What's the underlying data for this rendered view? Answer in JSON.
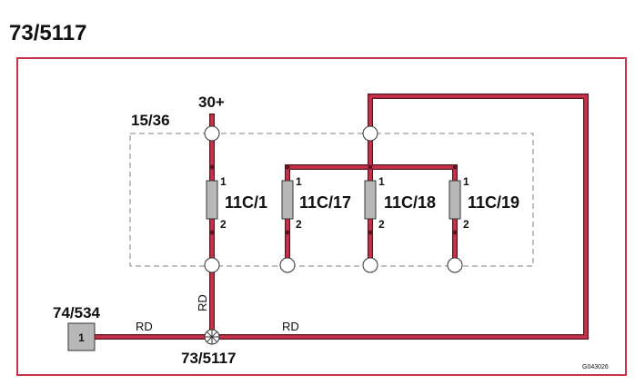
{
  "page": {
    "title": "73/5117",
    "image_code": "G043026"
  },
  "colors": {
    "wire": "#c8324a",
    "wire_outline": "#5a1520",
    "frame": "#c8324a",
    "box": "#808080",
    "fuse": "#b8b8b8"
  },
  "diagram": {
    "supply_label": "30+",
    "fusebox_label": "15/36",
    "fuses": [
      {
        "name": "11C/1",
        "pin_top": "1",
        "pin_bottom": "2"
      },
      {
        "name": "11C/17",
        "pin_top": "1",
        "pin_bottom": "2"
      },
      {
        "name": "11C/18",
        "pin_top": "1",
        "pin_bottom": "2"
      },
      {
        "name": "11C/19",
        "pin_top": "1",
        "pin_bottom": "2"
      }
    ],
    "connector": {
      "label": "74/534",
      "pin": "1"
    },
    "splice_label": "73/5117",
    "wire_colors": {
      "vertical": "RD",
      "left": "RD",
      "right": "RD"
    }
  }
}
